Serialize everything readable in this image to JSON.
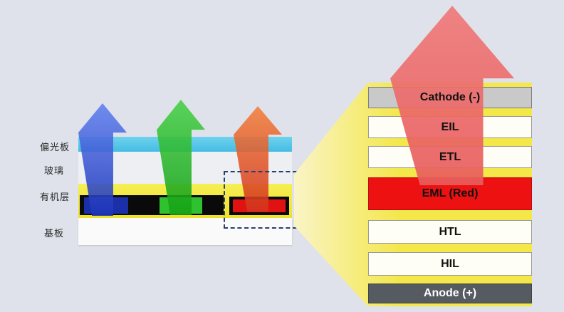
{
  "page": {
    "background": "#dfe2ea"
  },
  "left_diagram": {
    "labels": [
      {
        "text": "偏光板"
      },
      {
        "text": "玻璃"
      },
      {
        "text": "有机层"
      },
      {
        "text": "基板"
      }
    ],
    "layers": {
      "polarizer_color": "#55c7e9",
      "organic_color": "#f2e83a",
      "substrate_color": "#fafafa"
    },
    "subpixels": [
      {
        "name": "blue-subpixel",
        "color": "#1b2fa8"
      },
      {
        "name": "green-subpixel",
        "color": "#2fc12f"
      },
      {
        "name": "red-subpixel",
        "color": "#e01212"
      }
    ],
    "arrows": [
      {
        "name": "blue-light-arrow",
        "color": "#2f4fd0"
      },
      {
        "name": "green-light-arrow",
        "color": "#2db82d"
      },
      {
        "name": "red-light-arrow",
        "color": "#e0481f"
      }
    ]
  },
  "right_stack": {
    "layers": [
      {
        "label": "Cathode (-)",
        "color": "#c9c9c9",
        "text_color": "#111111"
      },
      {
        "label": "EIL",
        "color": "#fffef6",
        "text_color": "#111111"
      },
      {
        "label": "ETL",
        "color": "#fffef6",
        "text_color": "#111111"
      },
      {
        "label": "EML (Red)",
        "color": "#ee1111",
        "text_color": "#111111"
      },
      {
        "label": "HTL",
        "color": "#fffef6",
        "text_color": "#111111"
      },
      {
        "label": "HIL",
        "color": "#fffef6",
        "text_color": "#111111"
      },
      {
        "label": "Anode (+)",
        "color": "#565b62",
        "text_color": "#ffffff"
      }
    ],
    "emission_arrow_color": "#ec6a6a",
    "beam_color": "#f3e74a"
  }
}
